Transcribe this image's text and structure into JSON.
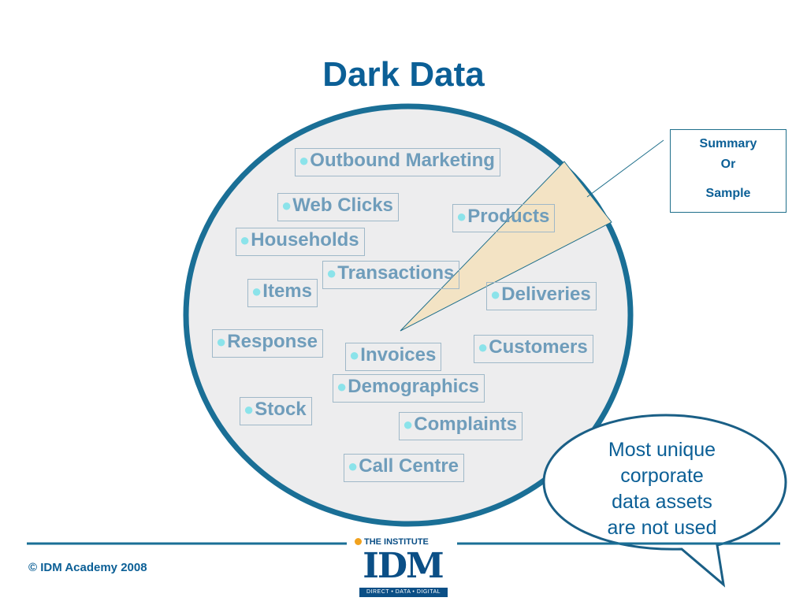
{
  "slide": {
    "title": "Dark Data",
    "colors": {
      "title": "#0b5f96",
      "circle_stroke": "#1a6f96",
      "circle_fill": "#ededee",
      "tag_text": "#6f9dbb",
      "bullet": "#8be3ea",
      "beam_fill": "#f3e3c4"
    }
  },
  "tags": [
    "Outbound Marketing",
    "Web Clicks",
    "Products",
    "Households",
    "Transactions",
    "Items",
    "Deliveries",
    "Response",
    "Invoices",
    "Customers",
    "Demographics",
    "Stock",
    "Complaints",
    "Call Centre"
  ],
  "summary_box": {
    "line1": "Summary",
    "line2": "Or",
    "line3": "Sample"
  },
  "callout": {
    "line1": "Most unique",
    "line2": "corporate",
    "line3": "data assets",
    "line4": "are not used"
  },
  "footer": {
    "copyright": "© IDM Academy 2008",
    "logo_top": "THE INSTITUTE",
    "logo_mark": "IDM",
    "logo_strip": "DIRECT • DATA • DIGITAL"
  }
}
